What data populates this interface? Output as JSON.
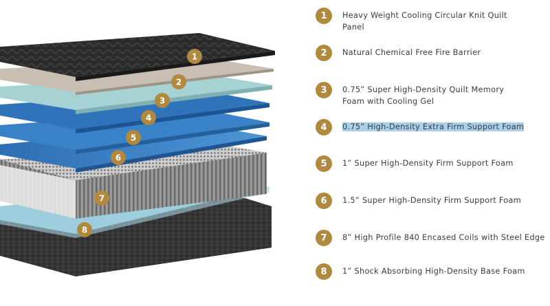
{
  "layers": [
    {
      "num": "1",
      "label": "Heavy Weight Cooling Circular Knit Quilt Panel"
    },
    {
      "num": "2",
      "label": "Natural Chemical Free Fire Barrier"
    },
    {
      "num": "3",
      "label": "0.75” Super High-Density Quilt Memory Foam with Cooling Gel"
    },
    {
      "num": "4",
      "label": "0.75” High-Density Extra Firm Support Foam",
      "highlighted": true
    },
    {
      "num": "5",
      "label": "1” Super High-Density Firm Support Foam"
    },
    {
      "num": "6",
      "label": "1.5” Super High-Density Firm Support Foam"
    },
    {
      "num": "7",
      "label": "8” High Profile 840 Encased Coils with Steel Edge"
    },
    {
      "num": "8",
      "label": "1” Shock Absorbing High-Density Base Foam"
    }
  ],
  "colors": {
    "marker": "#b0893f",
    "highlight": "#a9d0ea",
    "text": "#3a3a3a"
  }
}
